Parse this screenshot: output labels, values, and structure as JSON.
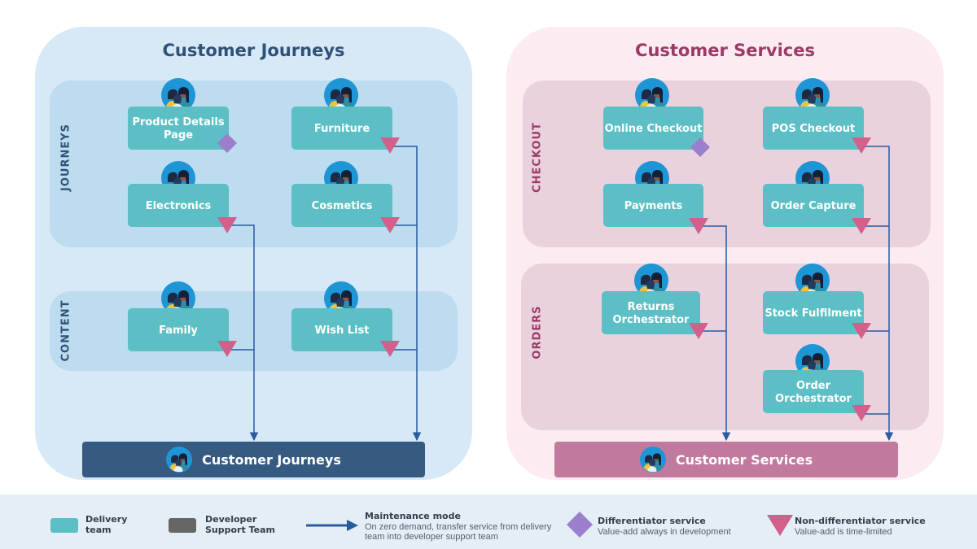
{
  "left_panel": {
    "title": "Customer Journeys",
    "sections": [
      {
        "label": "JOURNEYS",
        "cards": [
          "Product Details Page",
          "Furniture",
          "Electronics",
          "Cosmetics"
        ]
      },
      {
        "label": "CONTENT",
        "cards": [
          "Family",
          "Wish List"
        ]
      }
    ],
    "base_label": "Customer Journeys"
  },
  "right_panel": {
    "title": "Customer Services",
    "sections": [
      {
        "label": "CHECKOUT",
        "cards": [
          "Online Checkout",
          "POS Checkout",
          "Payments",
          "Order Capture"
        ]
      },
      {
        "label": "ORDERS",
        "cards": [
          "Returns Orchestrator",
          "Stock Fulfilment",
          "Order Orchestrator"
        ]
      }
    ],
    "base_label": "Customer Services"
  },
  "legend": {
    "delivery": {
      "title": "Delivery team"
    },
    "developer": {
      "title": "Developer Support Team"
    },
    "maintenance": {
      "title": "Maintenance mode",
      "desc": "On zero demand, transfer service from delivery team into developer support team"
    },
    "differentiator": {
      "title": "Differentiator service",
      "desc": "Value-add always in development"
    },
    "non_differentiator": {
      "title": "Non-differentiator service",
      "desc": "Value-add is time-limited"
    }
  },
  "colors": {
    "card": "#5bbfc5",
    "differentiator": "#9b7fcc",
    "non_differentiator": "#d35f8b",
    "arrow": "#2a5aa0",
    "developer_team": "#666666"
  },
  "icons": {
    "team": "team-avatar-icon"
  }
}
